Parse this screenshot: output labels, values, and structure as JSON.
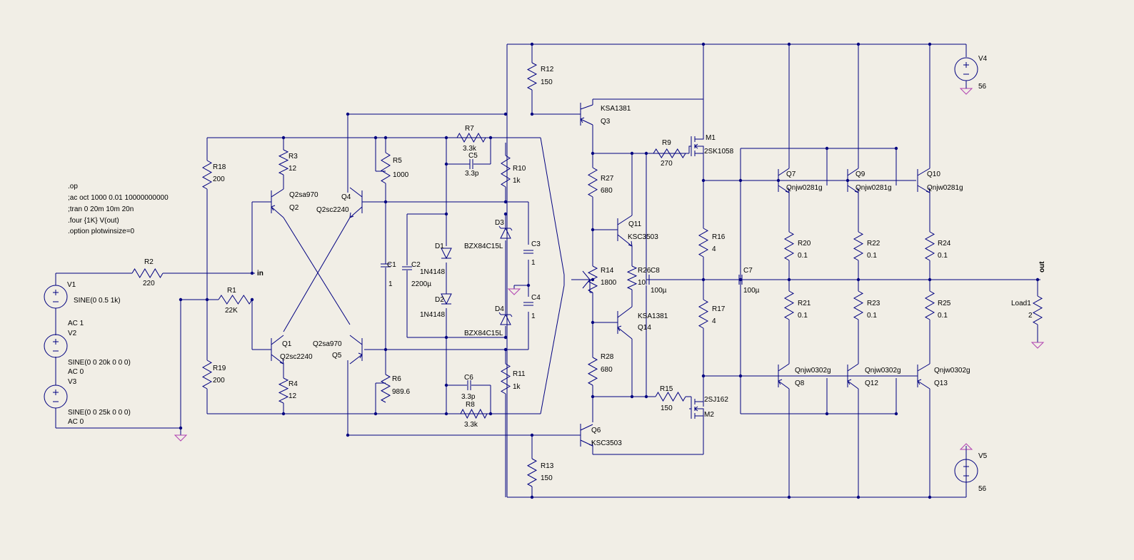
{
  "directives": [
    ".op",
    ";ac oct 1000 0.01 10000000000",
    ";tran 0 20m 10m 20n",
    ".four {1K}  V(out)",
    ".option plotwinsize=0"
  ],
  "nets": {
    "in": "in",
    "out": "out"
  },
  "components": {
    "V1": {
      "ref": "V1",
      "value": "SINE(0 0.5 1k)",
      "extra": "AC 1"
    },
    "V2": {
      "ref": "V2",
      "value": "SINE(0 0 20k 0 0 0)",
      "extra": "AC 0"
    },
    "V3": {
      "ref": "V3",
      "value": "SINE(0 0 25k 0 0 0)",
      "extra": "AC 0"
    },
    "V4": {
      "ref": "V4",
      "value": "56"
    },
    "V5": {
      "ref": "V5",
      "value": "56"
    },
    "R1": {
      "ref": "R1",
      "value": "22K"
    },
    "R2": {
      "ref": "R2",
      "value": "220"
    },
    "R3": {
      "ref": "R3",
      "value": "12"
    },
    "R4": {
      "ref": "R4",
      "value": "12"
    },
    "R5": {
      "ref": "R5",
      "value": "1000"
    },
    "R6": {
      "ref": "R6",
      "value": "989.6"
    },
    "R7": {
      "ref": "R7",
      "value": "3.3k"
    },
    "R8": {
      "ref": "R8",
      "value": "3.3k"
    },
    "R9": {
      "ref": "R9",
      "value": "270"
    },
    "R10": {
      "ref": "R10",
      "value": "1k"
    },
    "R11": {
      "ref": "R11",
      "value": "1k"
    },
    "R12": {
      "ref": "R12",
      "value": "150"
    },
    "R13": {
      "ref": "R13",
      "value": "150"
    },
    "R14": {
      "ref": "R14",
      "value": "1800"
    },
    "R15": {
      "ref": "R15",
      "value": "150"
    },
    "R16": {
      "ref": "R16",
      "value": "4"
    },
    "R17": {
      "ref": "R17",
      "value": "4"
    },
    "R18": {
      "ref": "R18",
      "value": "200"
    },
    "R19": {
      "ref": "R19",
      "value": "200"
    },
    "R20": {
      "ref": "R20",
      "value": "0.1"
    },
    "R21": {
      "ref": "R21",
      "value": "0.1"
    },
    "R22": {
      "ref": "R22",
      "value": "0.1"
    },
    "R23": {
      "ref": "R23",
      "value": "0.1"
    },
    "R24": {
      "ref": "R24",
      "value": "0.1"
    },
    "R25": {
      "ref": "R25",
      "value": "0.1"
    },
    "R26": {
      "ref": "R26",
      "value": "10"
    },
    "R27": {
      "ref": "R27",
      "value": "680"
    },
    "R28": {
      "ref": "R28",
      "value": "680"
    },
    "C1": {
      "ref": "C1",
      "value": "1"
    },
    "C2": {
      "ref": "C2",
      "value": "2200µ"
    },
    "C3": {
      "ref": "C3",
      "value": "1"
    },
    "C4": {
      "ref": "C4",
      "value": "1"
    },
    "C5": {
      "ref": "C5",
      "value": "3.3p"
    },
    "C6": {
      "ref": "C6",
      "value": "3.3p"
    },
    "C7": {
      "ref": "C7",
      "value": "100µ"
    },
    "C8": {
      "ref": "C8",
      "value": "100µ"
    },
    "D1": {
      "ref": "D1",
      "value": "1N4148"
    },
    "D2": {
      "ref": "D2",
      "value": "1N4148"
    },
    "D3": {
      "ref": "D3",
      "value": "BZX84C15L"
    },
    "D4": {
      "ref": "D4",
      "value": "BZX84C15L"
    },
    "Q1": {
      "ref": "Q1",
      "value": "Q2sc2240"
    },
    "Q2": {
      "ref": "Q2",
      "value": "Q2sa970"
    },
    "Q3": {
      "ref": "Q3",
      "value": "KSA1381"
    },
    "Q4": {
      "ref": "Q4",
      "value": "Q2sc2240"
    },
    "Q5": {
      "ref": "Q5",
      "value": "Q2sa970"
    },
    "Q6": {
      "ref": "Q6",
      "value": "KSC3503"
    },
    "Q7": {
      "ref": "Q7",
      "value": "Qnjw0281g"
    },
    "Q8": {
      "ref": "Q8",
      "value": "Qnjw0302g"
    },
    "Q9": {
      "ref": "Q9",
      "value": "Qnjw0281g"
    },
    "Q10": {
      "ref": "Q10",
      "value": "Qnjw0281g"
    },
    "Q11": {
      "ref": "Q11",
      "value": "KSC3503"
    },
    "Q12": {
      "ref": "Q12",
      "value": "Qnjw0302g"
    },
    "Q13": {
      "ref": "Q13",
      "value": "Qnjw0302g"
    },
    "Q14": {
      "ref": "Q14",
      "value": "KSA1381"
    },
    "M1": {
      "ref": "M1",
      "value": "2SK1058"
    },
    "M2": {
      "ref": "M2",
      "value": "2SJ162"
    },
    "Load1": {
      "ref": "Load1",
      "value": "2"
    }
  }
}
